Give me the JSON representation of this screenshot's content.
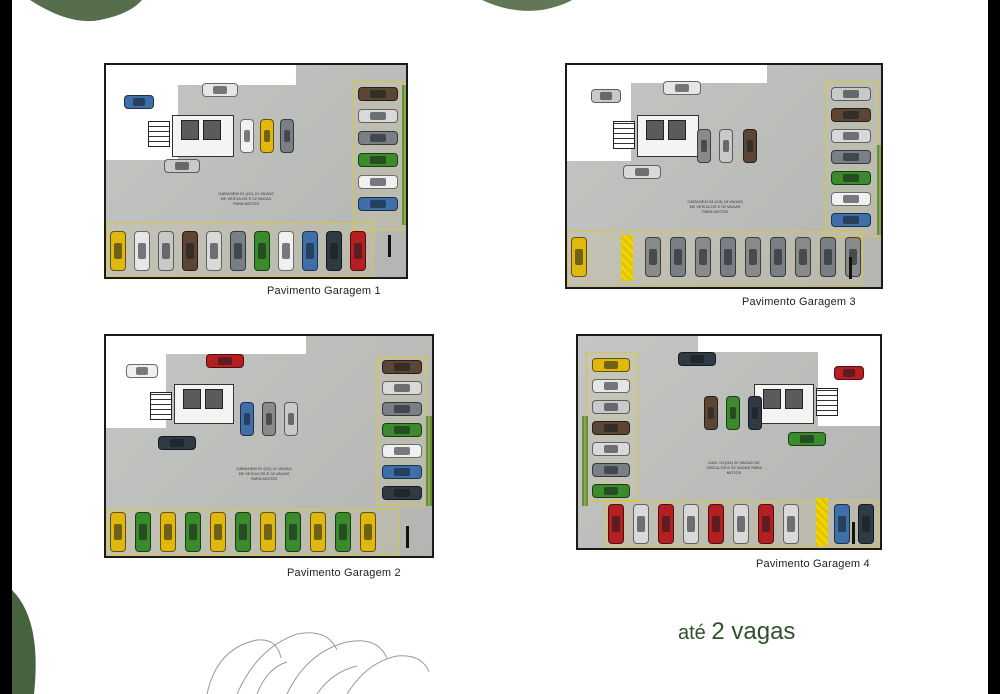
{
  "plans": [
    {
      "label": "Pavimento Garagem 1",
      "title_text": "GARAGEM 01 (G1) 21 VAGAS DE VEÍCULOS E 02 VAGAS PARA MOTOS"
    },
    {
      "label": "Pavimento Garagem 2",
      "title_text": "GARAGEM 02 (G2) 21 VAGAS DE VEÍCULOS E 02 VAGAS PARA MOTOS"
    },
    {
      "label": "Pavimento Garagem 3",
      "title_text": "GARAGEM 03 (G3) 18 VAGAS DE VEÍCULOS E 02 VAGAS PARA MOTOS"
    },
    {
      "label": "Pavimento Garagem 4",
      "title_text": "GAG. 04 (G4) 20 VAGAS DE VEÍCULOS E 02 VAGAS PARA MOTOS"
    }
  ],
  "tagline": {
    "prefix": "até",
    "emphasis": "2 vagas"
  },
  "colors": {
    "text_green": "#2f5328",
    "hedge": "#7a9d46",
    "floor": "#b9bbb8",
    "marking": "#f2d600"
  }
}
